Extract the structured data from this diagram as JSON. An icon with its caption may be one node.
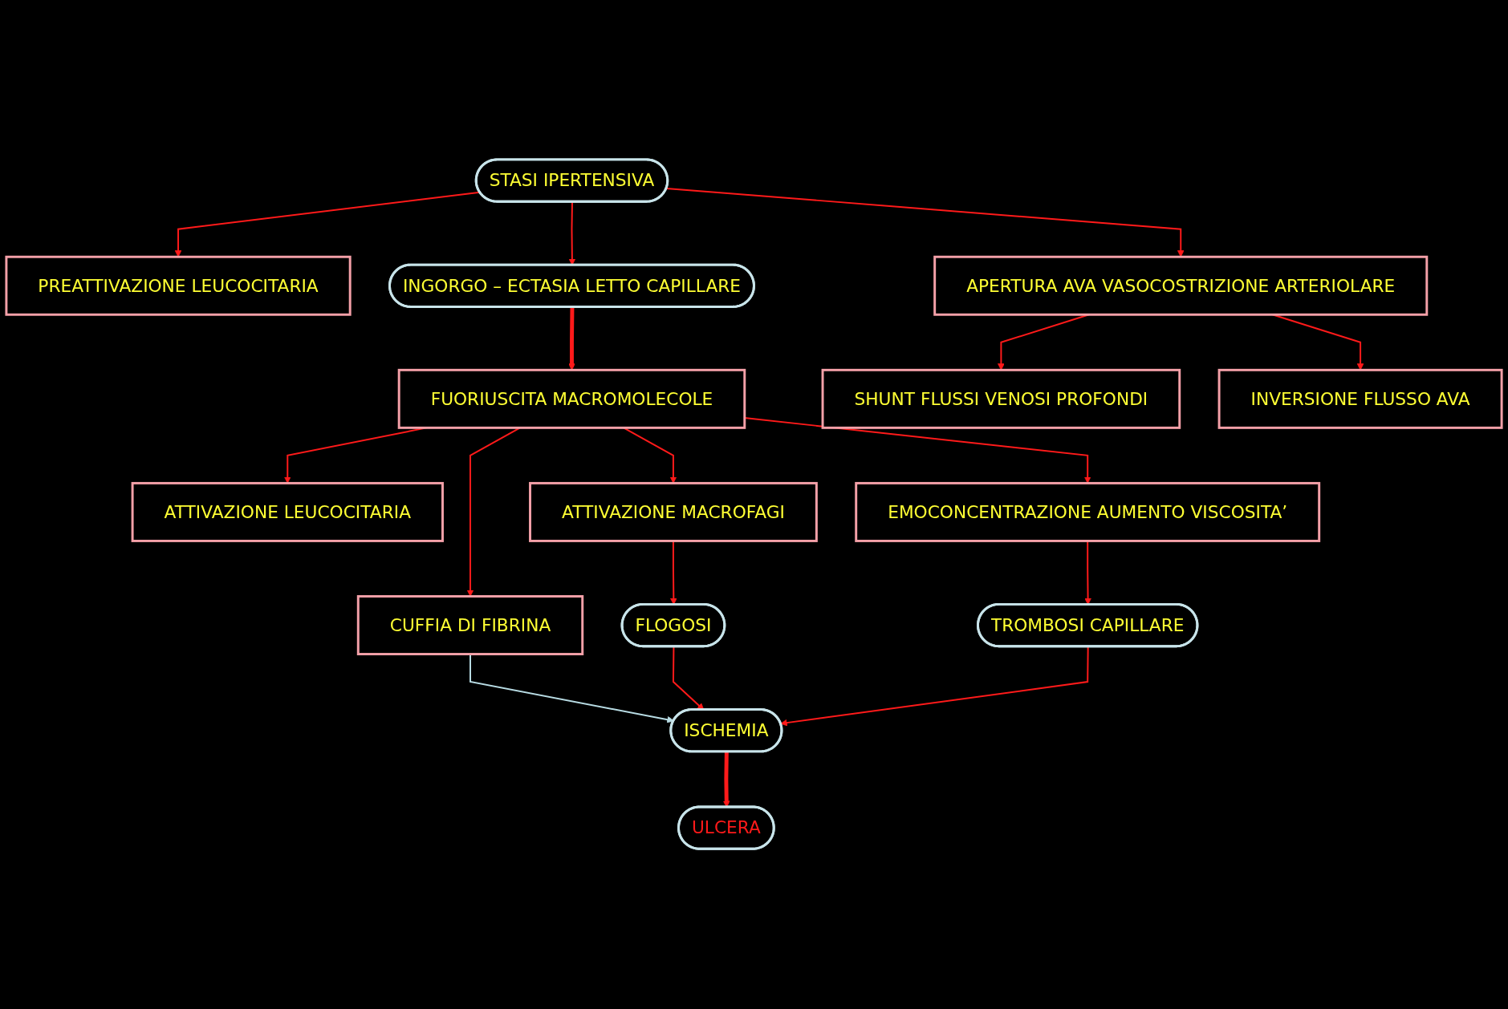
{
  "diagram": {
    "nodes": [
      {
        "text": [
          "STASI IPERTENSIVA"
        ]
      },
      {
        "text": [
          "PREATTIVAZIONE LEUCOCITARIA"
        ]
      },
      {
        "text": [
          "INGORGO – ECTASIA LETTO CAPILLARE"
        ]
      },
      {
        "text": [
          "APERTURA AVA VASOCOSTRIZIONE ARTERIOLARE"
        ]
      },
      {
        "text": [
          "FUORIUSCITA MACROMOLECOLE"
        ]
      },
      {
        "text": [
          "SHUNT FLUSSI VENOSI PROFONDI"
        ]
      },
      {
        "text": [
          "INVERSIONE FLUSSO AVA"
        ]
      },
      {
        "text": [
          "ATTIVAZIONE LEUCOCITARIA"
        ]
      },
      {
        "text": [
          "EMOCONCENTRAZIONE AUMENTO VISCOSITA’"
        ]
      },
      {
        "text": [
          "ATTIVAZIONE MACROFAGI"
        ]
      },
      {
        "text": [
          "CUFFIA DI FIBRINA"
        ]
      },
      {
        "text": [
          "TROMBOSI CAPILLARE"
        ]
      },
      {
        "text": [
          "FLOGOSI"
        ]
      },
      {
        "text": [
          "ISCHEMIA"
        ]
      },
      {
        "text": [
          "ULCERA"
        ]
      }
    ],
    "edges": [
      {
        "from": 0,
        "to": 1,
        "arrow": "to"
      },
      {
        "from": 0,
        "to": 2,
        "arrow": "to"
      },
      {
        "from": 0,
        "to": 3,
        "arrow": "to"
      },
      {
        "from": 2,
        "to": 4,
        "arrow": "to",
        "style": "thick"
      },
      {
        "from": 3,
        "to": 5,
        "arrow": "to"
      },
      {
        "from": 3,
        "to": 6,
        "arrow": "to"
      },
      {
        "from": 4,
        "to": 7,
        "arrow": "to"
      },
      {
        "from": 4,
        "to": 8,
        "arrow": "to"
      },
      {
        "from": 4,
        "to": 9,
        "arrow": "to"
      },
      {
        "from": 4,
        "to": 10,
        "arrow": "to"
      },
      {
        "from": 8,
        "to": 11,
        "arrow": "to"
      },
      {
        "from": 9,
        "to": 12,
        "arrow": "to"
      },
      {
        "from": 10,
        "to": 13,
        "arrow": "to",
        "color": "#b8dce4"
      },
      {
        "from": 12,
        "to": 13,
        "arrow": "to"
      },
      {
        "from": 11,
        "to": 13,
        "arrow": "to"
      },
      {
        "from": 13,
        "to": 14,
        "arrow": "to",
        "style": "thick"
      }
    ]
  }
}
